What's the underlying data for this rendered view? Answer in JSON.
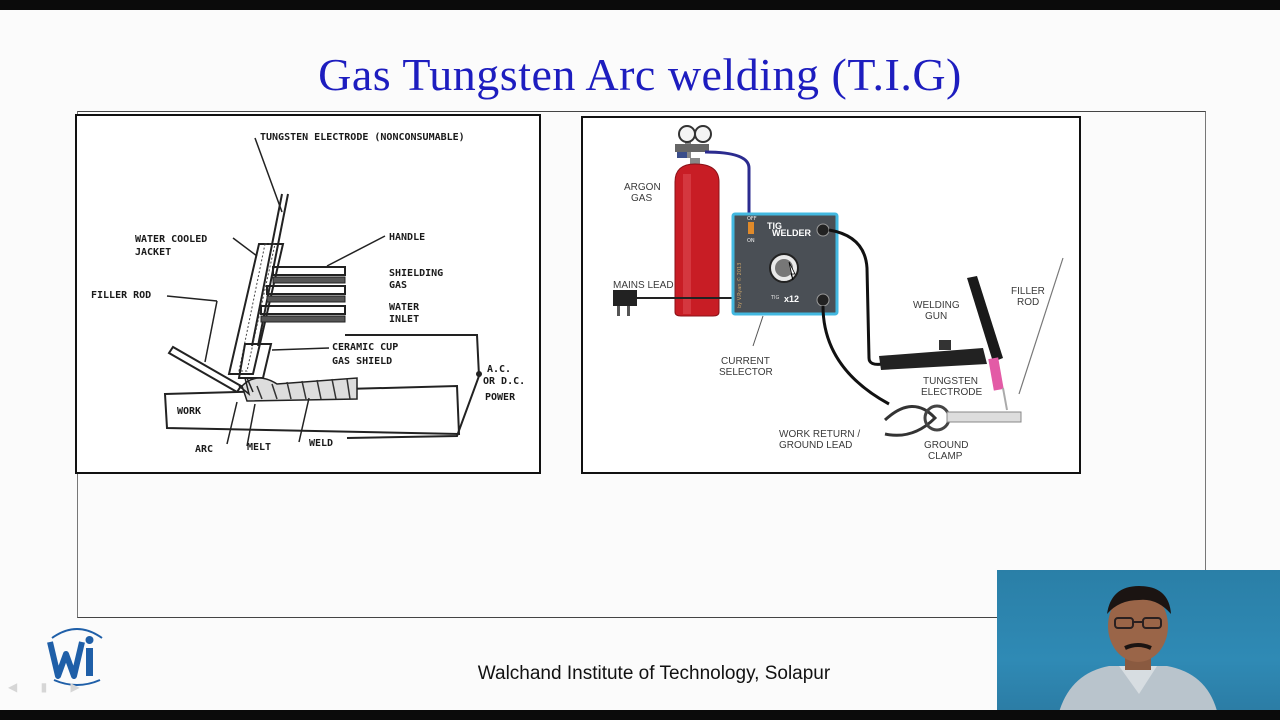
{
  "slide": {
    "title": "Gas Tungsten Arc welding (T.I.G)",
    "footer": "Walchand Institute of Technology, Solapur"
  },
  "left_figure": {
    "labels": {
      "tungsten_electrode": "TUNGSTEN ELECTRODE (NONCONSUMABLE)",
      "water_cooled": "WATER COOLED",
      "jacket": "JACKET",
      "handle": "HANDLE",
      "shielding": "SHIELDING",
      "gas": "GAS",
      "filler_rod": "FILLER ROD",
      "water": "WATER",
      "inlet": "INLET",
      "ceramic_cup": "CERAMIC CUP",
      "gas_shield": "GAS SHIELD",
      "ac": "A.C.",
      "or_dc": "OR D.C.",
      "power": "POWER",
      "work": "WORK",
      "arc": "ARC",
      "melt": "MELT",
      "weld": "WELD"
    }
  },
  "right_figure": {
    "labels": {
      "argon": "ARGON",
      "gas": "GAS",
      "mains_lead": "MAINS LEAD",
      "tig": "TIG",
      "welder": "WELDER",
      "off": "OFF",
      "on": "ON",
      "x12": "x12",
      "tig_small": "TIG",
      "current": "CURRENT",
      "selector": "SELECTOR",
      "welding": "WELDING",
      "gun": "GUN",
      "filler": "FILLER",
      "rod": "ROD",
      "tungsten": "TUNGSTEN",
      "electrode": "ELECTRODE",
      "work_return": "WORK RETURN /",
      "ground_lead": "GROUND LEAD",
      "ground": "GROUND",
      "clamp": "CLAMP",
      "credit": "by V.Ryan © 2013"
    },
    "colors": {
      "cylinder": "#c81d25",
      "welder_box": "#4a4f55",
      "welder_border": "#43b8e0",
      "hose": "#2b2b8f",
      "tungsten_tip": "#e35ba6"
    }
  },
  "logo": {
    "name": "wit-logo",
    "color": "#1f5fa8"
  },
  "webcam": {
    "description_icon": "presenter-video"
  }
}
